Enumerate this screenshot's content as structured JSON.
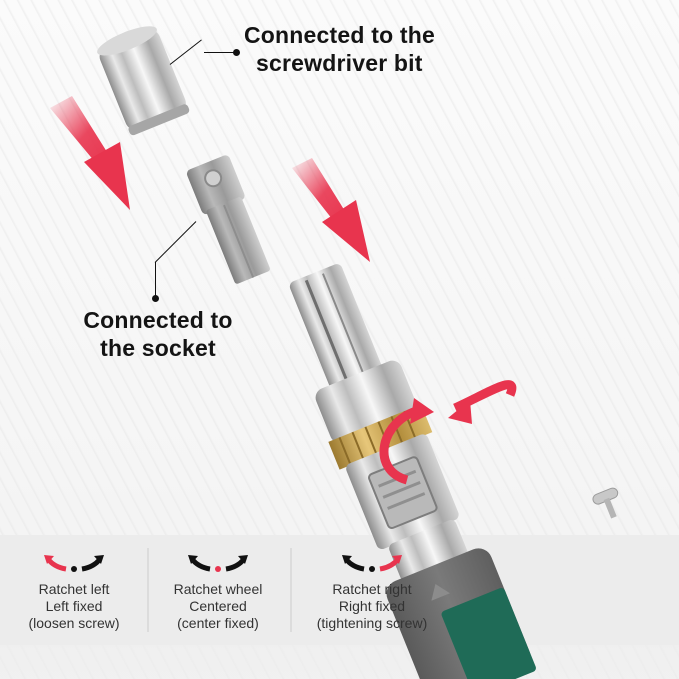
{
  "callouts": {
    "bit": {
      "line1": "Connected to the",
      "line2": "screwdriver bit"
    },
    "socket": {
      "line1": "Connected to",
      "line2": "the socket"
    }
  },
  "modes": [
    {
      "title": "Ratchet left",
      "state": "Left fixed",
      "note": "(loosen screw)",
      "active": "left"
    },
    {
      "title": "Ratchet wheel",
      "state": "Centered",
      "note": "(center fixed)",
      "active": "center"
    },
    {
      "title": "Ratchet right",
      "state": "Right fixed",
      "note": "(tightening screw)",
      "active": "right"
    }
  ],
  "colors": {
    "accent_red": "#e8344e",
    "text_dark": "#141414",
    "ring_gold": "#c9a24a",
    "handle_gray": "#6f6f6f",
    "handle_green": "#1f6b57"
  }
}
